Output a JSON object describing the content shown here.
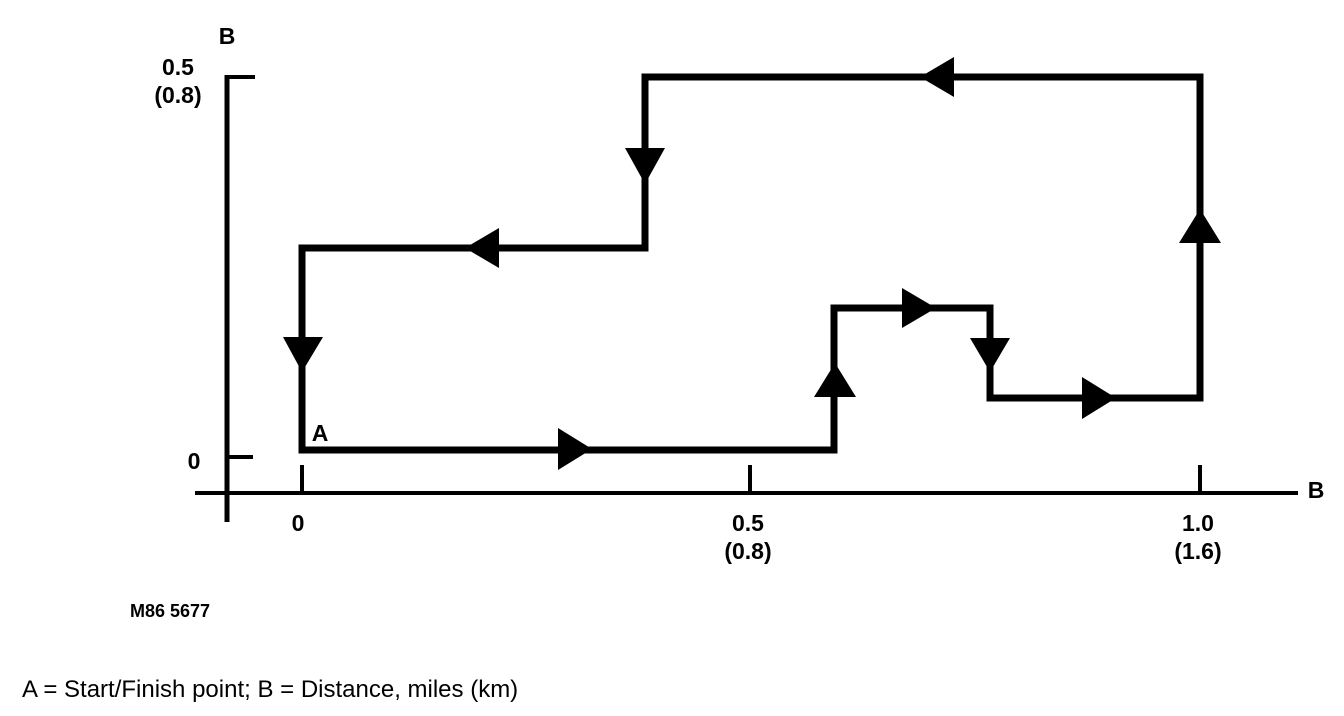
{
  "diagram": {
    "y_axis_name": "B",
    "x_axis_name": "B",
    "start_point_label": "A",
    "y_ticks": [
      {
        "value": "0",
        "sub": ""
      },
      {
        "value": "0.5",
        "sub": "(0.8)"
      }
    ],
    "x_ticks": [
      {
        "value": "0",
        "sub": ""
      },
      {
        "value": "0.5",
        "sub": "(0.8)"
      },
      {
        "value": "1.0",
        "sub": "(1.6)"
      }
    ],
    "figure_code": "M86 5677",
    "route_color": "#000000"
  },
  "caption": "A = Start/Finish point; B = Distance, miles (km)"
}
